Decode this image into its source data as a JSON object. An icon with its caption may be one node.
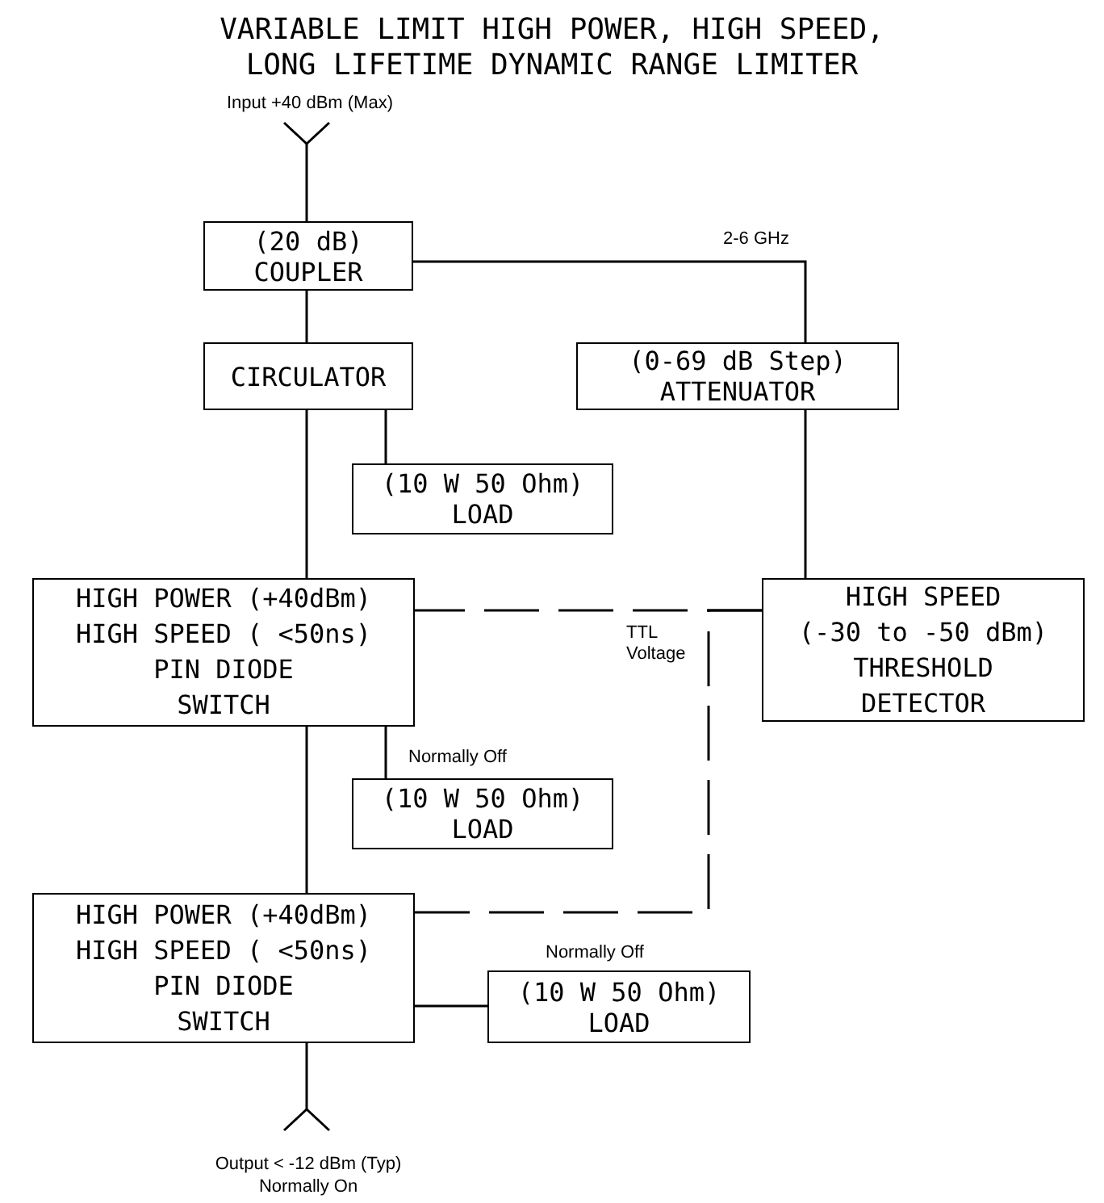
{
  "diagram": {
    "title": "VARIABLE LIMIT HIGH POWER, HIGH SPEED, LONG LIFETIME DYNAMIC RANGE LIMITER",
    "nodes": [
      {
        "text": [
          "(20 dB) COUPLER"
        ]
      },
      {
        "text": [
          "CIRCULATOR"
        ]
      },
      {
        "text": [
          "(0-69 dB Step) ATTENUATOR"
        ]
      },
      {
        "text": [
          "(10 W 50 Ohm) LOAD"
        ]
      },
      {
        "text": [
          "HIGH POWER (+40dBm) HIGH SPEED ( <50ns) PIN DIODE SWITCH"
        ]
      },
      {
        "text": [
          "HIGH SPEED (-30 to -50 dBm) THRESHOLD DETECTOR"
        ]
      },
      {
        "text": [
          "(10 W 50 Ohm) LOAD"
        ],
        "beside": [
          "Normally Off"
        ]
      },
      {
        "text": [
          "HIGH POWER (+40dBm) HIGH SPEED ( <50ns) PIN DIODE SWITCH"
        ]
      },
      {
        "text": [
          "(10 W 50 Ohm) LOAD"
        ],
        "beside": [
          "Normally Off"
        ]
      }
    ],
    "edges": [
      {
        "from": null,
        "to": 0,
        "arrow": "other"
      },
      {
        "from": 0,
        "to": 1,
        "arrow": "none"
      },
      {
        "from": 0,
        "to": 2,
        "arrow": "none",
        "label": "2-6 GHz"
      },
      {
        "from": 1,
        "to": 4,
        "arrow": "none"
      },
      {
        "from": 1,
        "to": 3,
        "arrow": "none"
      },
      {
        "from": 2,
        "to": 5,
        "arrow": "none"
      },
      {
        "from": 5,
        "to": 4,
        "arrow": "none",
        "style": "dashed",
        "label": "TTL Voltage"
      },
      {
        "from": 5,
        "to": 7,
        "arrow": "none",
        "style": "dashed"
      },
      {
        "from": 4,
        "to": 7,
        "arrow": "none"
      },
      {
        "from": 4,
        "to": 6,
        "arrow": "none"
      },
      {
        "from": 7,
        "to": 8,
        "arrow": "none"
      },
      {
        "from": 7,
        "to": null,
        "arrow": "other"
      }
    ],
    "labels": [
      "Input +40 dBm (Max)",
      "Output < -12 dBm (Typ)",
      "Normally On"
    ]
  }
}
